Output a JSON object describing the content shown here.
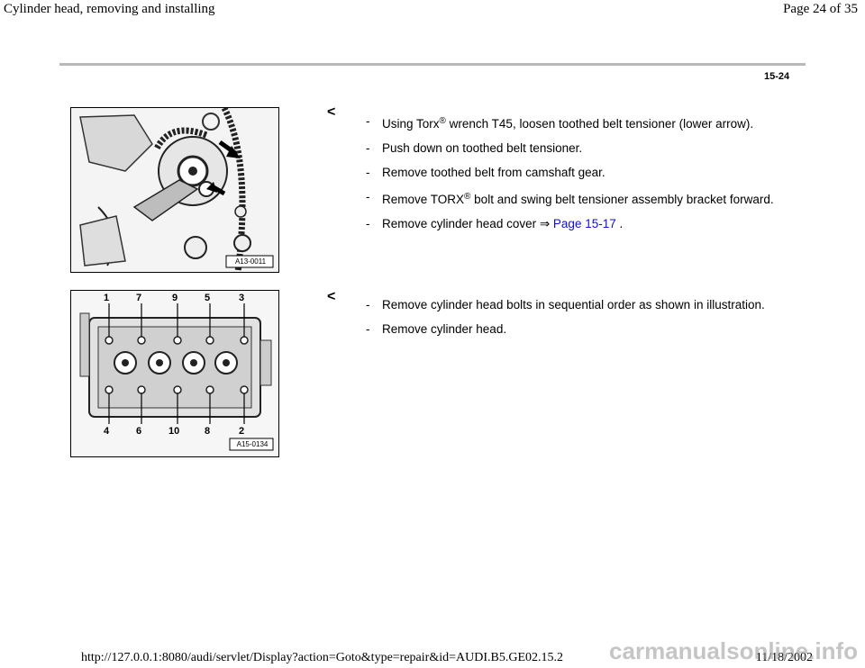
{
  "header": {
    "title": "Cylinder head, removing and installing",
    "page_indicator": "Page 24 of 35",
    "page_number": "15-24"
  },
  "sections": [
    {
      "figure_label": "A13-0011",
      "steps": [
        {
          "pre": "Using Torx",
          "reg": "®",
          "post": " wrench T45, loosen toothed belt tensioner (lower arrow)."
        },
        {
          "text": "Push down on toothed belt tensioner."
        },
        {
          "text": "Remove toothed belt from camshaft gear."
        },
        {
          "pre": "Remove TORX",
          "reg": "®",
          "post": " bolt and swing belt tensioner assembly bracket forward."
        },
        {
          "pre": "Remove cylinder head cover ",
          "arrow": "⇒",
          "link": "Page 15-17",
          "post": " ."
        }
      ]
    },
    {
      "figure_label": "A15-0134",
      "bolt_numbers_top": [
        "1",
        "7",
        "9",
        "5",
        "3"
      ],
      "bolt_numbers_bottom": [
        "4",
        "6",
        "10",
        "8",
        "2"
      ],
      "steps": [
        {
          "text": "Remove cylinder head bolts in sequential order as shown in illustration."
        },
        {
          "text": "Remove cylinder head."
        }
      ]
    }
  ],
  "pointer_icon": "<",
  "bullet": "-",
  "footer": {
    "url": "http://127.0.0.1:8080/audi/servlet/Display?action=Goto&type=repair&id=AUDI.B5.GE02.15.2",
    "date": "11/18/2002",
    "watermark": "carmanualsonline.info"
  },
  "colors": {
    "link": "#1010d0",
    "rule": "#b8b8b8"
  }
}
